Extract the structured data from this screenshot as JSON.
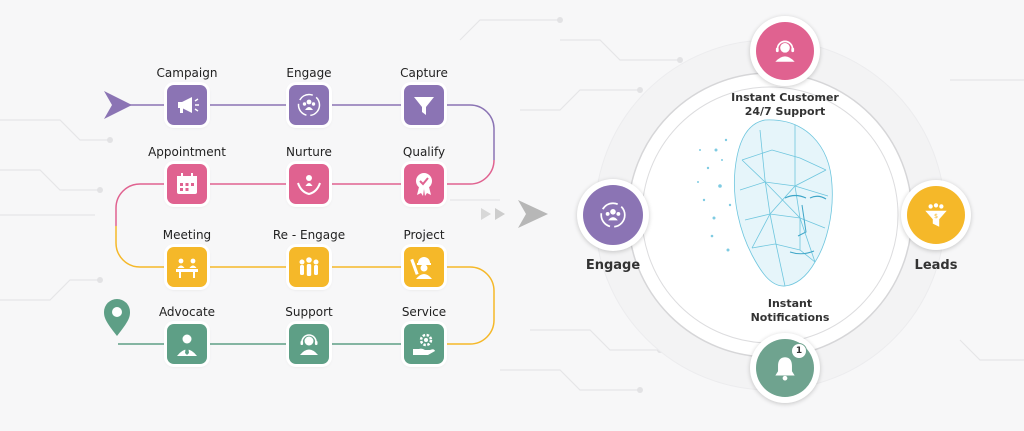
{
  "colors": {
    "purple": "#8b74b4",
    "pink": "#e06290",
    "yellow": "#f5b829",
    "green": "#5e9f86",
    "arrow_gray": "#bcbcbc"
  },
  "workflow": {
    "rows": [
      {
        "color": "purple",
        "steps": [
          {
            "label": "Campaign",
            "icon": "megaphone-icon"
          },
          {
            "label": "Engage",
            "icon": "people-cycle-icon"
          },
          {
            "label": "Capture",
            "icon": "funnel-icon"
          }
        ]
      },
      {
        "color": "pink",
        "steps": [
          {
            "label": "Appointment",
            "icon": "calendar-icon"
          },
          {
            "label": "Nurture",
            "icon": "hands-person-icon"
          },
          {
            "label": "Qualify",
            "icon": "badge-check-icon"
          }
        ]
      },
      {
        "color": "yellow",
        "steps": [
          {
            "label": "Meeting",
            "icon": "meeting-table-icon"
          },
          {
            "label": "Re - Engage",
            "icon": "group-icon"
          },
          {
            "label": "Project",
            "icon": "engineer-icon"
          }
        ]
      },
      {
        "color": "green",
        "steps": [
          {
            "label": "Advocate",
            "icon": "person-tie-icon"
          },
          {
            "label": "Support",
            "icon": "headset-icon"
          },
          {
            "label": "Service",
            "icon": "hand-gear-icon"
          }
        ]
      }
    ]
  },
  "hub": {
    "engage_label": "Engage",
    "leads_label": "Leads",
    "support_line1": "Instant Customer",
    "support_line2": "24/7 Support",
    "notify_line1": "Instant",
    "notify_line2": "Notifications",
    "notification_badge": "1"
  }
}
